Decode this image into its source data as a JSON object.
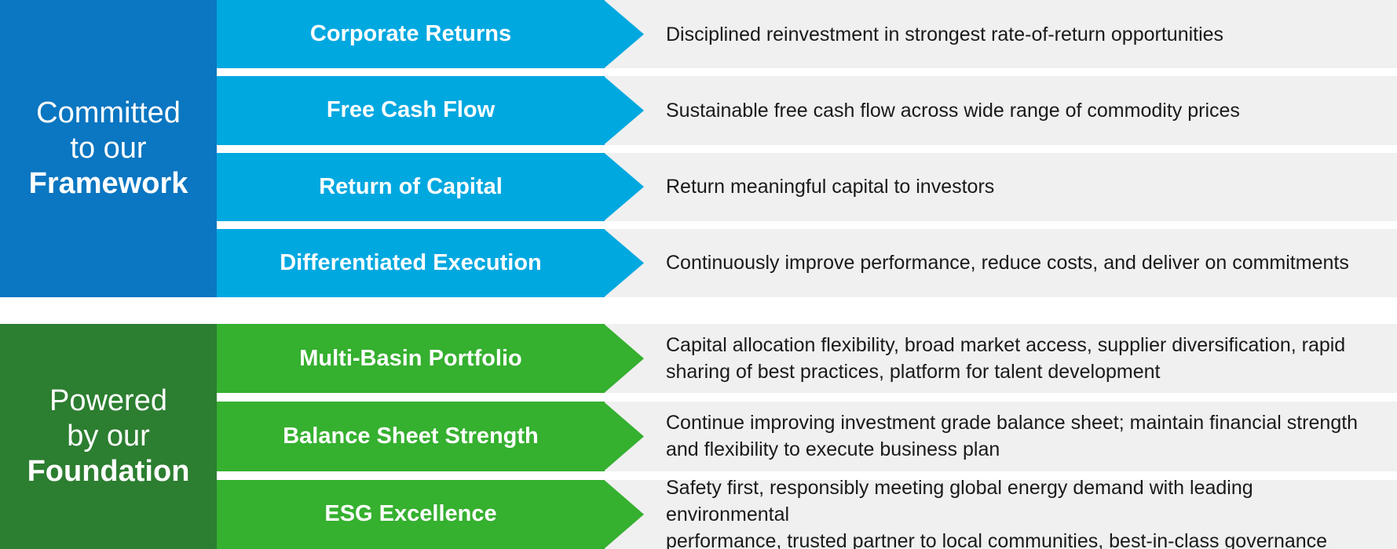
{
  "colors": {
    "framework_block": "#0b76c1",
    "framework_arrow": "#00a8e0",
    "foundation_block": "#2c7e30",
    "foundation_arrow": "#35b02f",
    "description_band": "#f0f0f0",
    "description_text": "#1a1a1a",
    "label_text": "#ffffff"
  },
  "sections": [
    {
      "id": "framework",
      "title": {
        "lines": [
          "Committed",
          "to our",
          "Framework"
        ]
      },
      "rows": [
        {
          "label": "Corporate Returns",
          "description_lines": [
            "Disciplined reinvestment in strongest rate-of-return opportunities"
          ]
        },
        {
          "label": "Free Cash Flow",
          "description_lines": [
            "Sustainable free cash flow across wide range of commodity prices"
          ]
        },
        {
          "label": "Return of Capital",
          "description_lines": [
            "Return meaningful capital to investors"
          ]
        },
        {
          "label": "Differentiated Execution",
          "description_lines": [
            "Continuously improve performance, reduce costs, and deliver on commitments"
          ]
        }
      ]
    },
    {
      "id": "foundation",
      "title": {
        "lines": [
          "Powered",
          "by our",
          "Foundation"
        ]
      },
      "rows": [
        {
          "label": "Multi-Basin Portfolio",
          "description_lines": [
            "Capital allocation flexibility, broad market access, supplier diversification, rapid",
            "sharing of best practices, platform for talent development"
          ]
        },
        {
          "label": "Balance Sheet Strength",
          "description_lines": [
            "Continue improving investment grade balance sheet; maintain financial strength",
            "and flexibility to execute business plan"
          ]
        },
        {
          "label": "ESG Excellence",
          "description_lines": [
            "Safety first, responsibly meeting global energy demand with leading environmental",
            "performance, trusted partner to local communities, best-in-class governance"
          ]
        }
      ]
    }
  ]
}
